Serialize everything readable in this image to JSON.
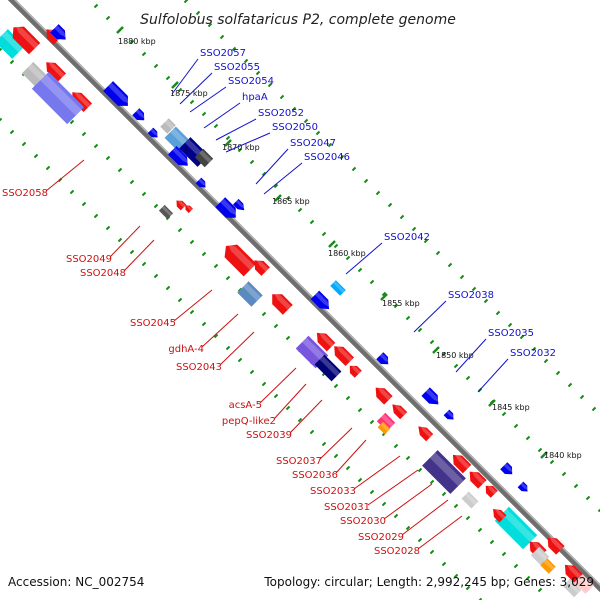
{
  "title": "Sulfolobus solfataricus P2, complete genome",
  "footer": {
    "accession": "Accession: NC_002754",
    "topology": "Topology: circular; Length: 2,992,245 bp; Genes: 3,029"
  },
  "colors": {
    "backbone": "#808080",
    "forward_gene": "#0000ee",
    "reverse_gene": "#ee0000",
    "tick": "#1a8a1a",
    "forward_label": "#1111cc",
    "reverse_label": "#cc1111"
  },
  "ruler": [
    "1880 kbp",
    "1875 kbp",
    "1870 kbp",
    "1865 kbp",
    "1860 kbp",
    "1855 kbp",
    "1850 kbp",
    "1845 kbp",
    "1840 kbp"
  ],
  "forward_labels": [
    "SSO2057",
    "SSO2055",
    "SSO2054",
    "hpaA",
    "SSO2052",
    "SSO2050",
    "SSO2047",
    "SSO2046",
    "SSO2042",
    "SSO2038",
    "SSO2035",
    "SSO2032"
  ],
  "reverse_labels": [
    "SSO2058",
    "SSO2049",
    "SSO2048",
    "SSO2045",
    "gdhA-4",
    "SSO2043",
    "acsA-5",
    "pepQ-like2",
    "SSO2039",
    "SSO2037",
    "SSO2036",
    "SSO2033",
    "SSO2031",
    "SSO2030",
    "SSO2029",
    "SSO2028"
  ]
}
